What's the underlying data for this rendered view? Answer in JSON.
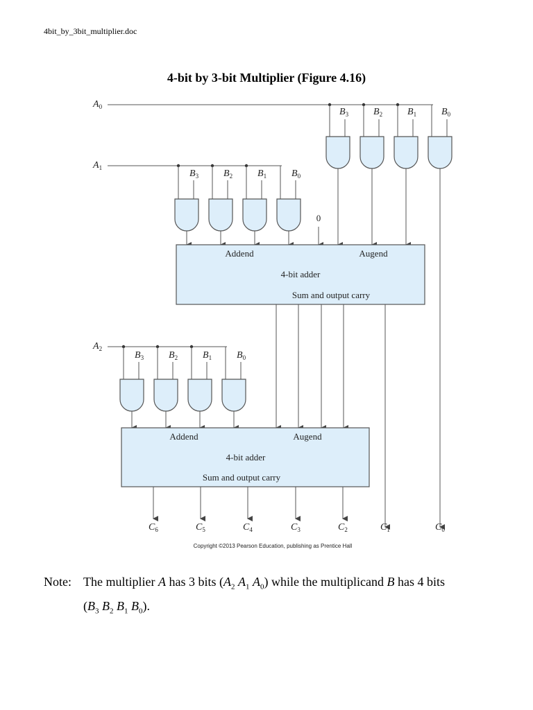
{
  "header": {
    "filename": "4bit_by_3bit_multiplier.doc"
  },
  "figure": {
    "title": "4-bit by 3-bit Multiplier (Figure 4.16)",
    "inputs": {
      "A0": {
        "base": "A",
        "sub": "0"
      },
      "A1": {
        "base": "A",
        "sub": "1"
      },
      "A2": {
        "base": "A",
        "sub": "2"
      }
    },
    "b_labels": [
      {
        "base": "B",
        "sub": "3"
      },
      {
        "base": "B",
        "sub": "2"
      },
      {
        "base": "B",
        "sub": "1"
      },
      {
        "base": "B",
        "sub": "0"
      }
    ],
    "zero": "0",
    "adders": [
      {
        "addend": "Addend",
        "augend": "Augend",
        "name": "4-bit adder",
        "output": "Sum and output carry"
      },
      {
        "addend": "Addend",
        "augend": "Augend",
        "name": "4-bit adder",
        "output": "Sum and output carry"
      }
    ],
    "outputs": [
      {
        "base": "C",
        "sub": "6"
      },
      {
        "base": "C",
        "sub": "5"
      },
      {
        "base": "C",
        "sub": "4"
      },
      {
        "base": "C",
        "sub": "3"
      },
      {
        "base": "C",
        "sub": "2"
      },
      {
        "base": "C",
        "sub": "1"
      },
      {
        "base": "C",
        "sub": "0"
      }
    ],
    "copyright": "Copyright ©2013 Pearson Education, publishing as Prentice Hall",
    "colors": {
      "fill": "#ddeefa",
      "stroke": "#555555"
    }
  },
  "note": {
    "label": "Note:",
    "t1": "The multiplier ",
    "var_a": "A",
    "t2": " has 3 bits (",
    "a2": "A",
    "a2s": "2",
    "a1": "A",
    "a1s": "1",
    "a0": "A",
    "a0s": "0",
    "t3": ") while the multiplicand ",
    "var_b": "B",
    "t4": " has 4 bits",
    "t5": "(",
    "b3": "B",
    "b3s": "3",
    "b2": "B",
    "b2s": "2",
    "b1": "B",
    "b1s": "1",
    "b0": "B",
    "b0s": "0",
    "t6": ")."
  }
}
